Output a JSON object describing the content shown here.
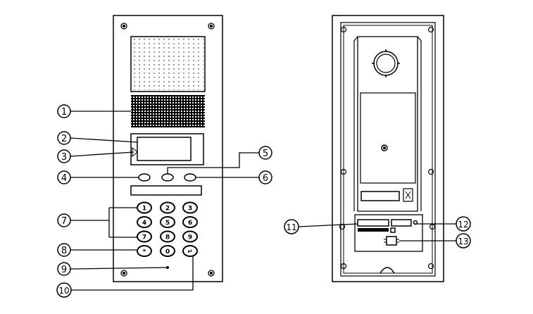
{
  "diagram": {
    "callouts": [
      {
        "label": "1"
      },
      {
        "label": "2"
      },
      {
        "label": "3"
      },
      {
        "label": "4"
      },
      {
        "label": "5"
      },
      {
        "label": "6"
      },
      {
        "label": "7"
      },
      {
        "label": "8"
      },
      {
        "label": "9"
      },
      {
        "label": "10"
      },
      {
        "label": "11"
      },
      {
        "label": "12"
      },
      {
        "label": "13"
      }
    ],
    "keypad": {
      "keys": [
        "1",
        "2",
        "3",
        "4",
        "5",
        "6",
        "7",
        "8",
        "9",
        "*",
        "0",
        "↵"
      ]
    },
    "colors": {
      "line": "#000000",
      "background": "#ffffff"
    }
  }
}
